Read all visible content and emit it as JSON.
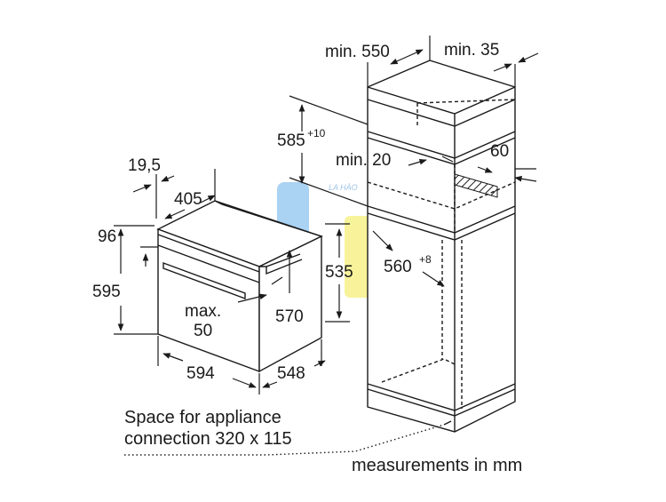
{
  "labels": {
    "min_550": "min. 550",
    "min_35": "min. 35",
    "d585": "585",
    "d585_sup": "+10",
    "min_20": "min. 20",
    "d60": "60",
    "d19_5": "19,5",
    "d405": "405",
    "d96": "96",
    "d595": "595",
    "d535": "535",
    "d560": "560",
    "d560_sup": "+8",
    "max_line1": "max.",
    "max_line2": "50",
    "d570": "570",
    "d594": "594",
    "d548": "548",
    "space_line1": "Space for appliance",
    "space_line2": "connection 320 x 115",
    "measurements": "measurements in mm"
  },
  "watermark": {
    "text": "LA HÀO",
    "color_blue": "#8ec4f0",
    "color_yellow": "#f5ef7a"
  },
  "line_color": "#1a1a1a"
}
